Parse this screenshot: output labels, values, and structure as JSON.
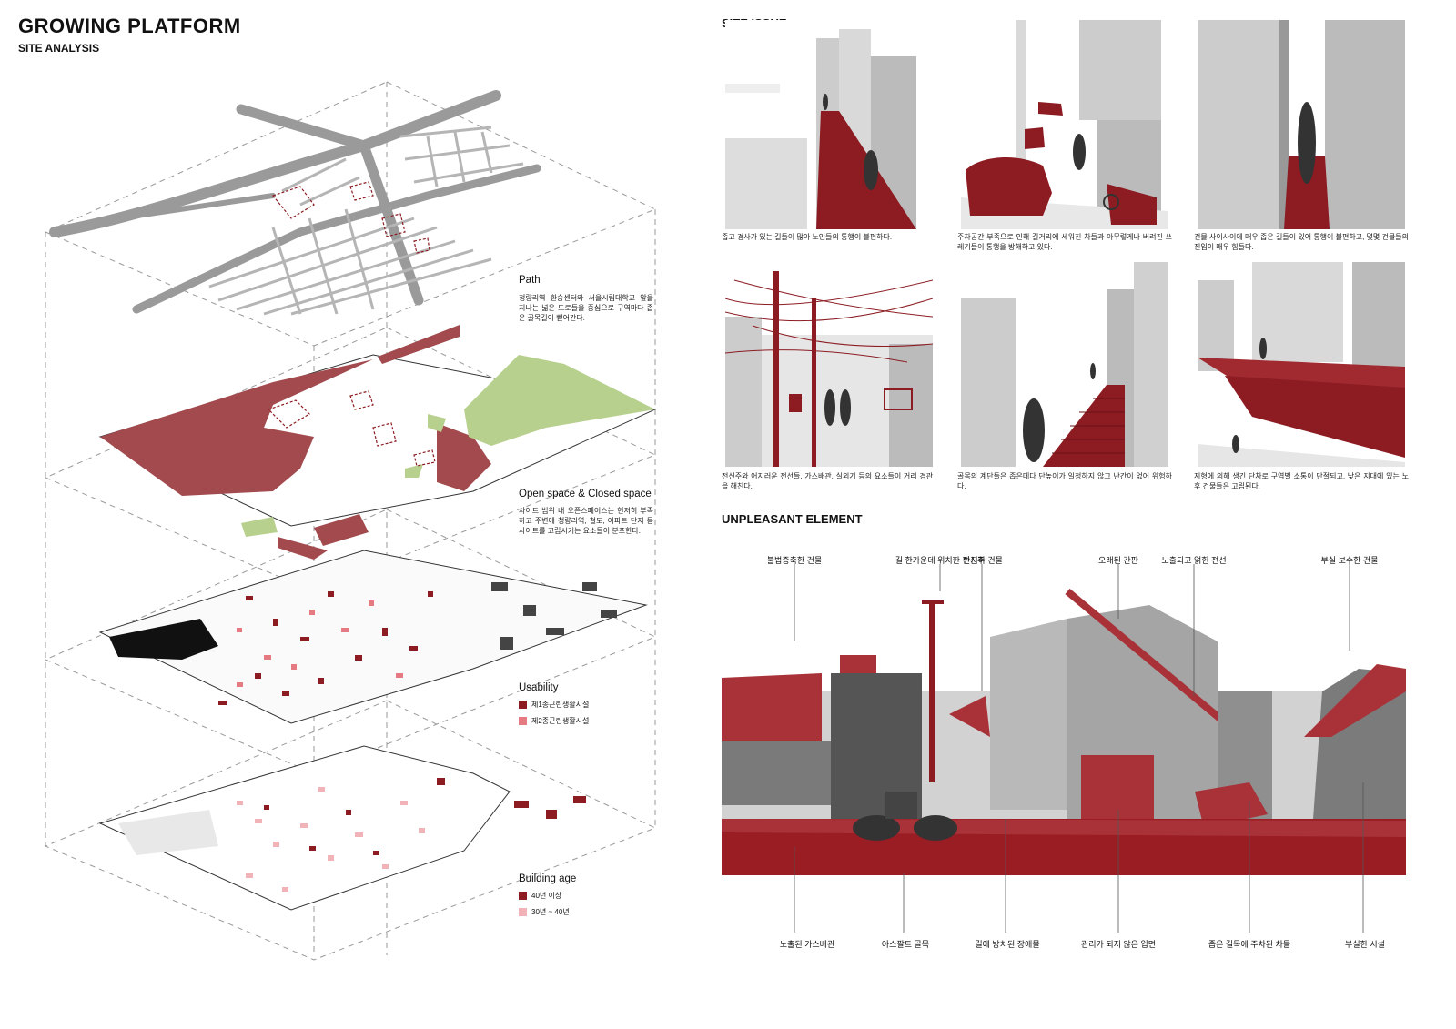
{
  "header": {
    "title": "GROWING PLATFORM",
    "subtitle": "SITE ANALYSIS"
  },
  "layers": [
    {
      "title": "Path",
      "desc": "청량리역 환승센터와 서울시립대학교 앞을 지나는 넓은 도로들을 중심으로 구역마다 좁은 골목길이 뻗어간다."
    },
    {
      "title": "Open space & Closed space",
      "desc": "사이트 범위 내 오픈스페이스는 현저히 부족하고 주변에 청량리역, 철도, 아파트 단지 등 사이트를 고립시키는 요소들이 분포한다."
    },
    {
      "title": "Usability",
      "legend": [
        {
          "label": "제1종근린생활시설",
          "color": "#8c1c22"
        },
        {
          "label": "제2종근린생활시설",
          "color": "#e57a82"
        }
      ]
    },
    {
      "title": "Building age",
      "legend": [
        {
          "label": "40년 이상",
          "color": "#8c1c22"
        },
        {
          "label": "30년 ~ 40년",
          "color": "#f2b3b8"
        }
      ]
    }
  ],
  "site_issue": {
    "title": "SITE ISSUE",
    "panels": [
      {
        "caption": "좁고 경사가 있는 길들이 많아 노인들의 통행이 불편하다."
      },
      {
        "caption": "주차공간 부족으로 인해 길거리에 세워진 차들과 아무렇게나 버려진 쓰레기들이 통행을 방해하고 있다."
      },
      {
        "caption": "건물 사이사이에 매우 좁은 길들이 있어 통행이 불편하고, 몇몇 건물들의 진입이 매우 힘들다."
      },
      {
        "caption": "전신주와 어지러운 전선들, 가스배관, 실외기 등의 요소들이 거리 경관을 해친다."
      },
      {
        "caption": "골목의 계단들은 좁은데다 단높이가 일정하지 않고 난간이 없어 위험하다."
      },
      {
        "caption": "지형에 의해 생긴 단차로 구역별 소통이 단절되고, 낮은 지대에 있는 노후 건물들은 고립된다."
      }
    ]
  },
  "unpleasant": {
    "title": "UNPLEASANT ELEMENT",
    "top_labels": [
      "불법증축한 건물",
      "길 한가운데 위치한 전신주",
      "반지하 건물",
      "오래된 간판",
      "노출되고 얽힌 전선",
      "부실 보수한 건물"
    ],
    "bottom_labels": [
      "노출된 가스배관",
      "아스팔트 골목",
      "길에 방치된 장애물",
      "관리가 되지 않은 입면",
      "좁은 길목에 주차된 차들",
      "부실한 시설"
    ]
  },
  "colors": {
    "accent_red": "#8c1c22",
    "light_red": "#e57a82",
    "pale_red": "#f2b3b8",
    "green": "#b8d08e",
    "road_gray": "#9a9a9a"
  }
}
